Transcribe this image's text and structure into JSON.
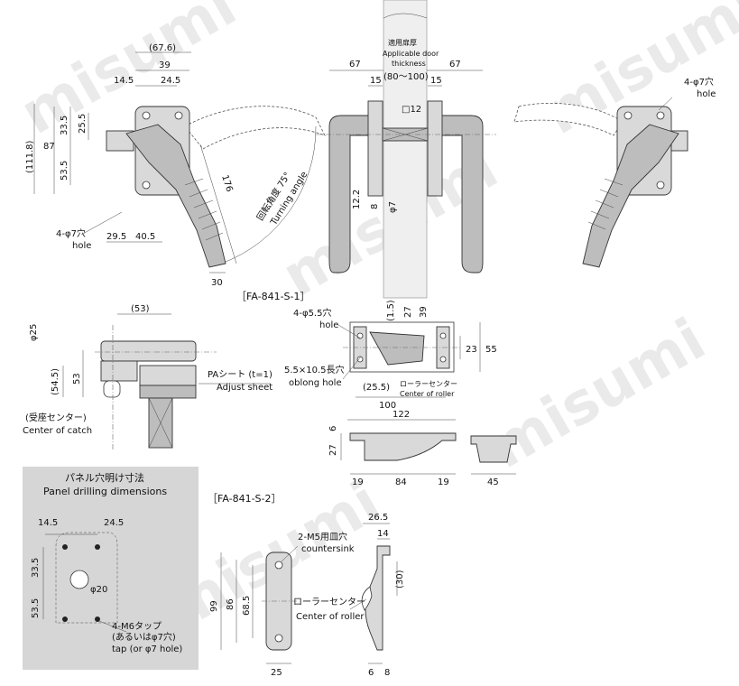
{
  "watermark": "misumi",
  "views": {
    "s1_label": "［FA-841-S-1］",
    "s2_label": "［FA-841-S-2］"
  },
  "top_left": {
    "dims": {
      "overall_width": "(67.6)",
      "w39": "39",
      "w24_5": "24.5",
      "w14_5": "14.5",
      "h11_8": "(111.8)",
      "h87": "87",
      "h33_5": "33.5",
      "h25_5": "25.5",
      "h53_5": "53.5",
      "d29_5": "29.5",
      "d40_5": "40.5",
      "d176": "176",
      "d30": "30"
    },
    "hole_label_jp": "4-φ7穴",
    "hole_label_en": "hole",
    "angle_label_jp": "回転角度 75°",
    "angle_label_en": "Turning angle"
  },
  "top_center": {
    "thickness_jp": "適用扉厚",
    "thickness_en1": "Applicable door",
    "thickness_en2": "thickness",
    "thickness_range": "(80～100)",
    "left67": "67",
    "right67": "67",
    "d15a": "15",
    "d15b": "15",
    "sq12": "□12",
    "d12_2": "12.2",
    "d8": "8",
    "phi7": "φ7"
  },
  "top_right": {
    "hole_label_jp": "4-φ7穴",
    "hole_label_en": "hole"
  },
  "mid_left": {
    "phi25": "φ25",
    "d53": "(53)",
    "d54_5": "(54.5)",
    "d53b": "53",
    "pa_jp": "PAシート (t=1)",
    "pa_en": "Adjust sheet",
    "catch_jp": "(受座センター)",
    "catch_en": "Center of catch"
  },
  "mid_right": {
    "hole_jp": "4-φ5.5穴",
    "hole_en": "hole",
    "oblong_jp": "5.5×10.5長穴",
    "oblong_en": "oblong hole",
    "d1_5": "(1.5)",
    "d27": "27",
    "d39": "39",
    "d23": "23",
    "d55": "55",
    "d25_5": "(25.5)",
    "roller_jp": "ローラーセンター",
    "roller_en": "Center of roller",
    "d100": "100",
    "d122": "122",
    "d6": "6",
    "d27b": "27",
    "d19a": "19",
    "d84": "84",
    "d19b": "19",
    "d45": "45"
  },
  "panel": {
    "title_jp": "パネル穴明け寸法",
    "title_en": "Panel drilling dimensions",
    "d14_5": "14.5",
    "d24_5": "24.5",
    "d33_5": "33.5",
    "d53_5": "53.5",
    "phi20": "φ20",
    "tap_jp1": "4-M6タップ",
    "tap_jp2": "(あるいはφ7穴)",
    "tap_en": "tap (or φ7 hole)"
  },
  "bottom_right": {
    "countersink_jp": "2-M5用皿穴",
    "countersink_en": "countersink",
    "d99": "99",
    "d86": "86",
    "d68_5": "68.5",
    "d25": "25",
    "d26_5": "26.5",
    "d14": "14",
    "d30": "(30)",
    "roller_jp": "ローラーセンター",
    "roller_en": "Center of roller",
    "d6": "6",
    "d8": "8"
  },
  "colors": {
    "part_fill": "#bdbdbd",
    "panel_bg": "#d6d6d6",
    "watermark": "#d2d2d2"
  }
}
